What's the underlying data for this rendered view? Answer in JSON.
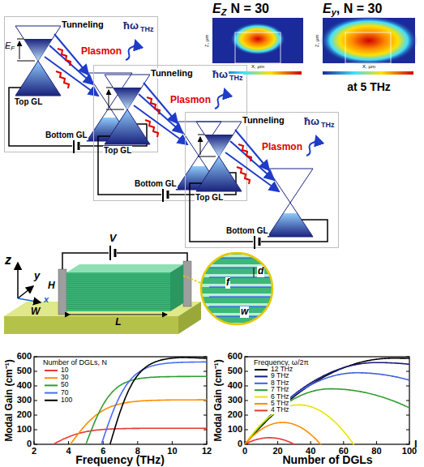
{
  "diagram": {
    "labels": [
      "Tunneling",
      "Plasmon",
      "ħω",
      "THz",
      "Top GL",
      "Bottom GL",
      "Tunneling",
      "Plasmon",
      "ħω",
      "THz",
      "Top GL",
      "Bottom GL",
      "Tunneling",
      "Plasmon",
      "ħω",
      "THz",
      "Top GL",
      "Bottom GL",
      "E",
      "F",
      "E",
      "Z",
      "N = 30",
      "Z, μm",
      "X, μm",
      "E",
      "y",
      ", N = 30",
      "Z, μm",
      "X, μm",
      "at 5 THz",
      "z",
      "y",
      "x",
      "V",
      "W",
      "H",
      "L",
      "d",
      "f",
      "w",
      "Modal Gain (cm⁻¹)",
      "Frequency (THz)",
      "Number of DGLs, N",
      "0",
      "100",
      "200",
      "300",
      "400",
      "500",
      "600",
      "2",
      "4",
      "6",
      "8",
      "10",
      "12",
      "Modal Gain (cm⁻¹)",
      "Number of DGLs",
      "Frequency, ω/2π",
      "0",
      "100",
      "200",
      "300",
      "400",
      "500",
      "600",
      "0",
      "20",
      "40",
      "60",
      "80",
      "100",
      "l"
    ],
    "legend": [
      {
        "text": "10"
      },
      {
        "text": "30"
      },
      {
        "text": "50"
      },
      {
        "text": "70"
      },
      {
        "text": "100"
      },
      {
        "text": "12 THz"
      },
      {
        "text": "9 THz"
      },
      {
        "text": "8 THz"
      },
      {
        "text": "7 THz"
      },
      {
        "text": "6 THz"
      },
      {
        "text": "5 THz"
      },
      {
        "text": "4 THz"
      }
    ]
  }
}
